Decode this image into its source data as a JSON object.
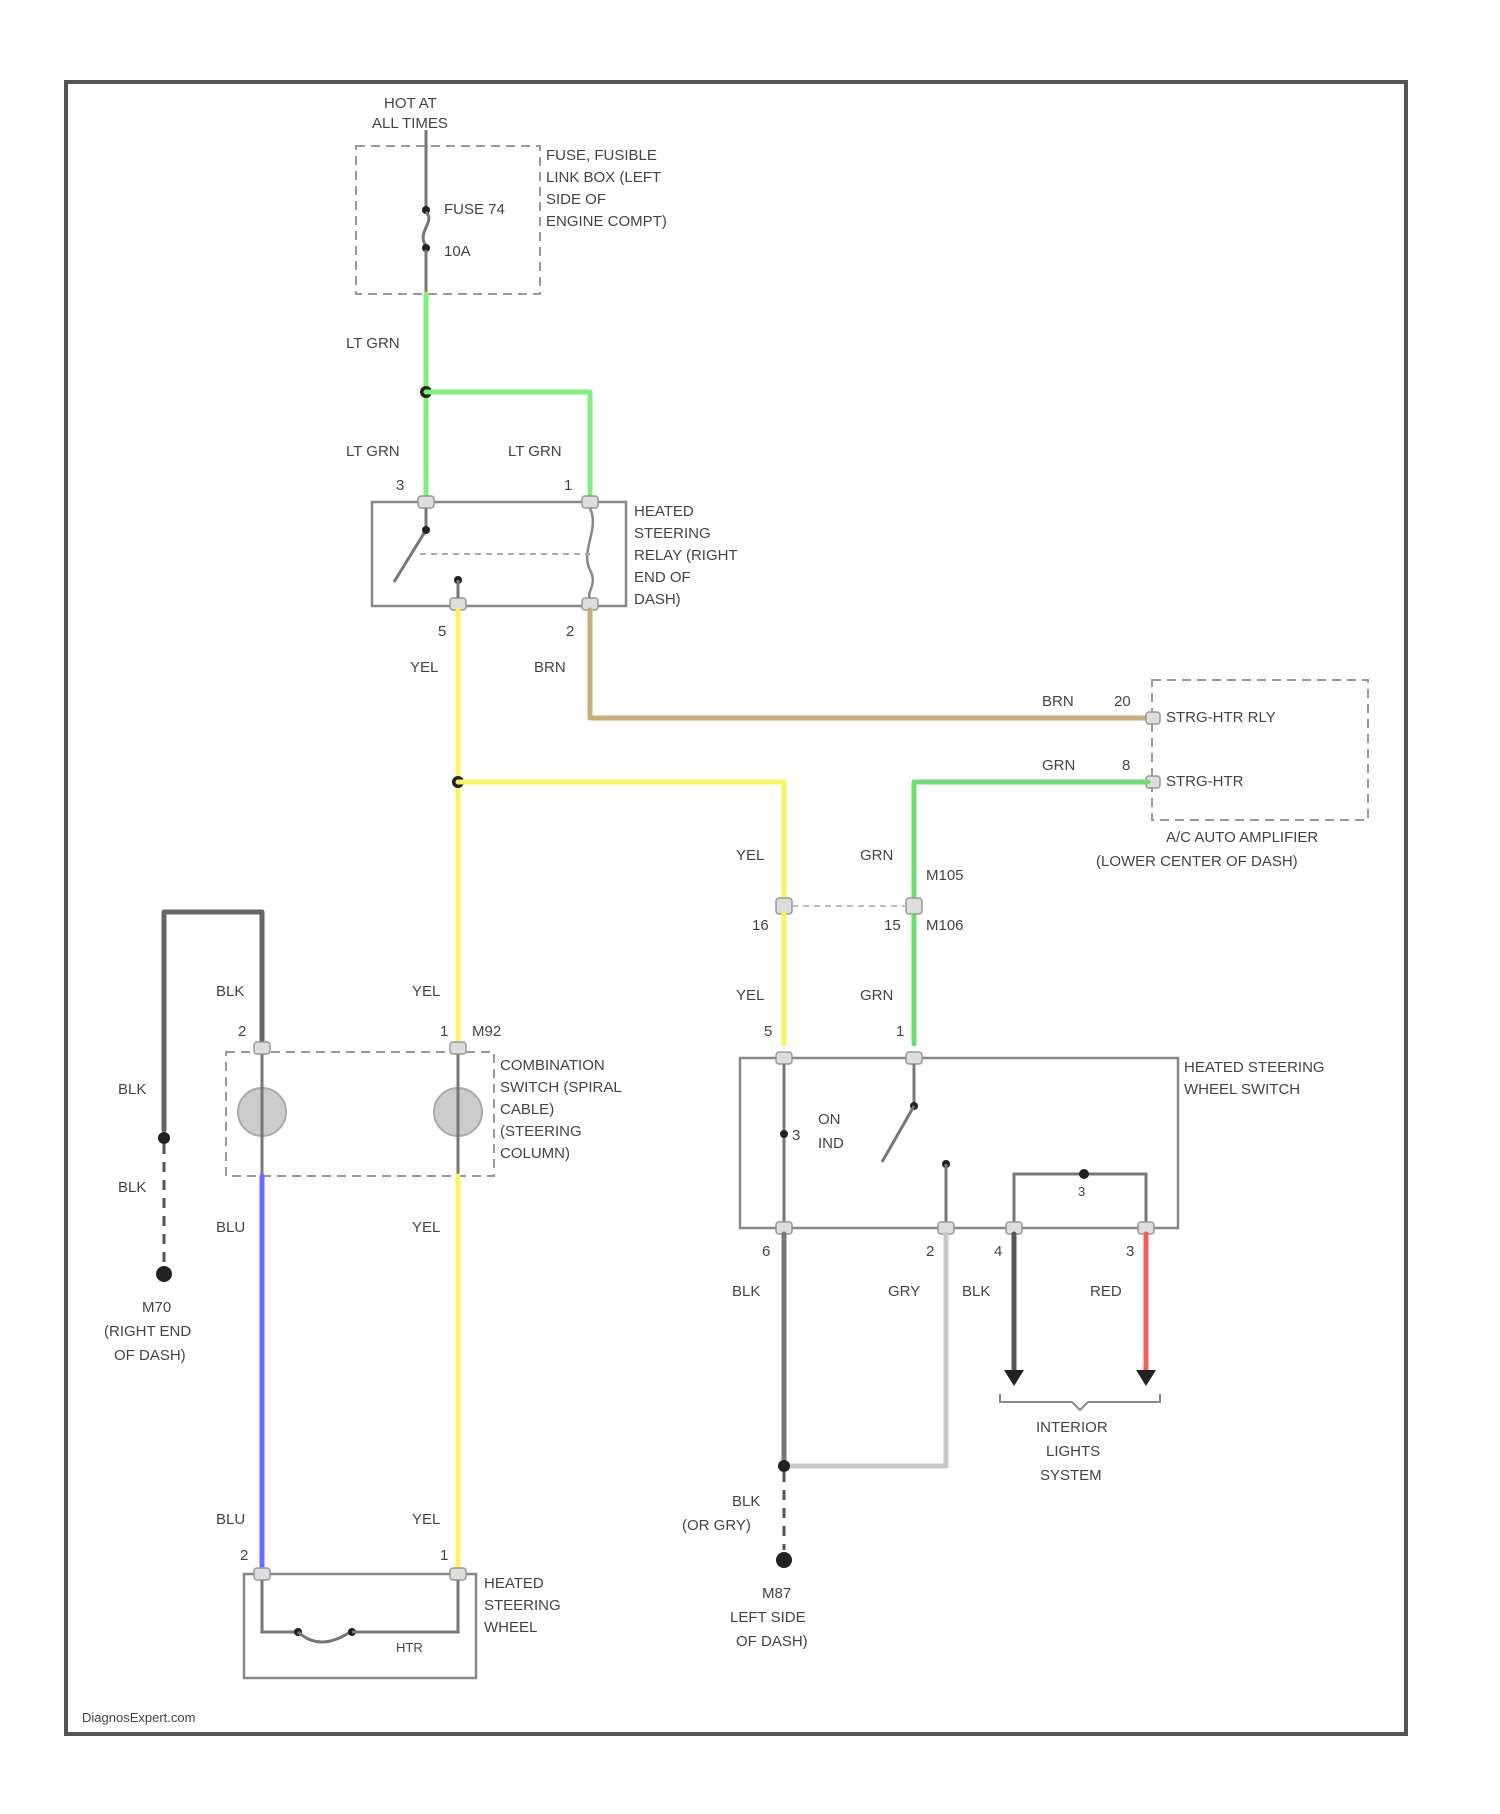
{
  "colors": {
    "lt_grn": "#7ef07e",
    "grn": "#6fe06f",
    "yel": "#f7f560",
    "brn": "#c9ae7a",
    "blu": "#6a6aff",
    "blk": "#555555",
    "gry": "#c8c8c8",
    "red": "#f06060",
    "frame": "#555555"
  },
  "power": {
    "label_1": "HOT AT",
    "label_2": "ALL TIMES"
  },
  "fuse_box": {
    "title_1": "FUSE, FUSIBLE",
    "title_2": "LINK BOX (LEFT",
    "title_3": "SIDE OF",
    "title_4": "ENGINE COMPT)",
    "fuse_name": "FUSE 74",
    "fuse_rating": "10A"
  },
  "relay": {
    "title_1": "HEATED",
    "title_2": "STEERING",
    "title_3": "RELAY (RIGHT",
    "title_4": "END OF",
    "title_5": "DASH)",
    "pin_3": "3",
    "pin_1": "1",
    "pin_5": "5",
    "pin_2": "2"
  },
  "amplifier": {
    "pin_a": "STRG-HTR RLY",
    "pin_b": "STRG-HTR",
    "pin_a_no": "20",
    "pin_b_no": "8",
    "title_1": "A/C AUTO AMPLIFIER",
    "title_2": "(LOWER CENTER OF DASH)"
  },
  "connector": {
    "pin_yel": "16",
    "pin_grn": "15",
    "conn_1": "M105",
    "conn_2": "M106"
  },
  "combo_switch": {
    "title_1": "COMBINATION",
    "title_2": "SWITCH (SPIRAL",
    "title_3": "CABLE)",
    "title_4": "(STEERING",
    "title_5": "COLUMN)",
    "pin_2": "2",
    "pin_1": "1",
    "conn": "M92"
  },
  "hsw_switch": {
    "title_1": "HEATED STEERING",
    "title_2": "WHEEL SWITCH",
    "on_label": "ON",
    "ind_label": "IND",
    "pin_5": "5",
    "pin_1": "1",
    "pin_6": "6",
    "pin_2": "2",
    "pin_4": "4",
    "pin_3": "3",
    "lamp_pin": "3"
  },
  "ground_left": {
    "name": "M70",
    "loc_1": "(RIGHT END",
    "loc_2": "OF DASH)"
  },
  "ground_right": {
    "name": "M87",
    "loc_1": "LEFT SIDE",
    "loc_2": "OF DASH)"
  },
  "interior": {
    "title_1": "INTERIOR",
    "title_2": "LIGHTS",
    "title_3": "SYSTEM"
  },
  "heated_wheel": {
    "title_1": "HEATED",
    "title_2": "STEERING",
    "title_3": "WHEEL",
    "pin_2": "2",
    "pin_1": "1",
    "element_label": "HTR"
  },
  "wire_labels": {
    "lt_grn": "LT GRN",
    "grn": "GRN",
    "yel": "YEL",
    "brn": "BRN",
    "blu": "BLU",
    "blk": "BLK",
    "gry": "GRY",
    "red": "RED",
    "blk_or_gry": "(OR GRY)"
  },
  "watermark": "DiagnosExpert.com"
}
